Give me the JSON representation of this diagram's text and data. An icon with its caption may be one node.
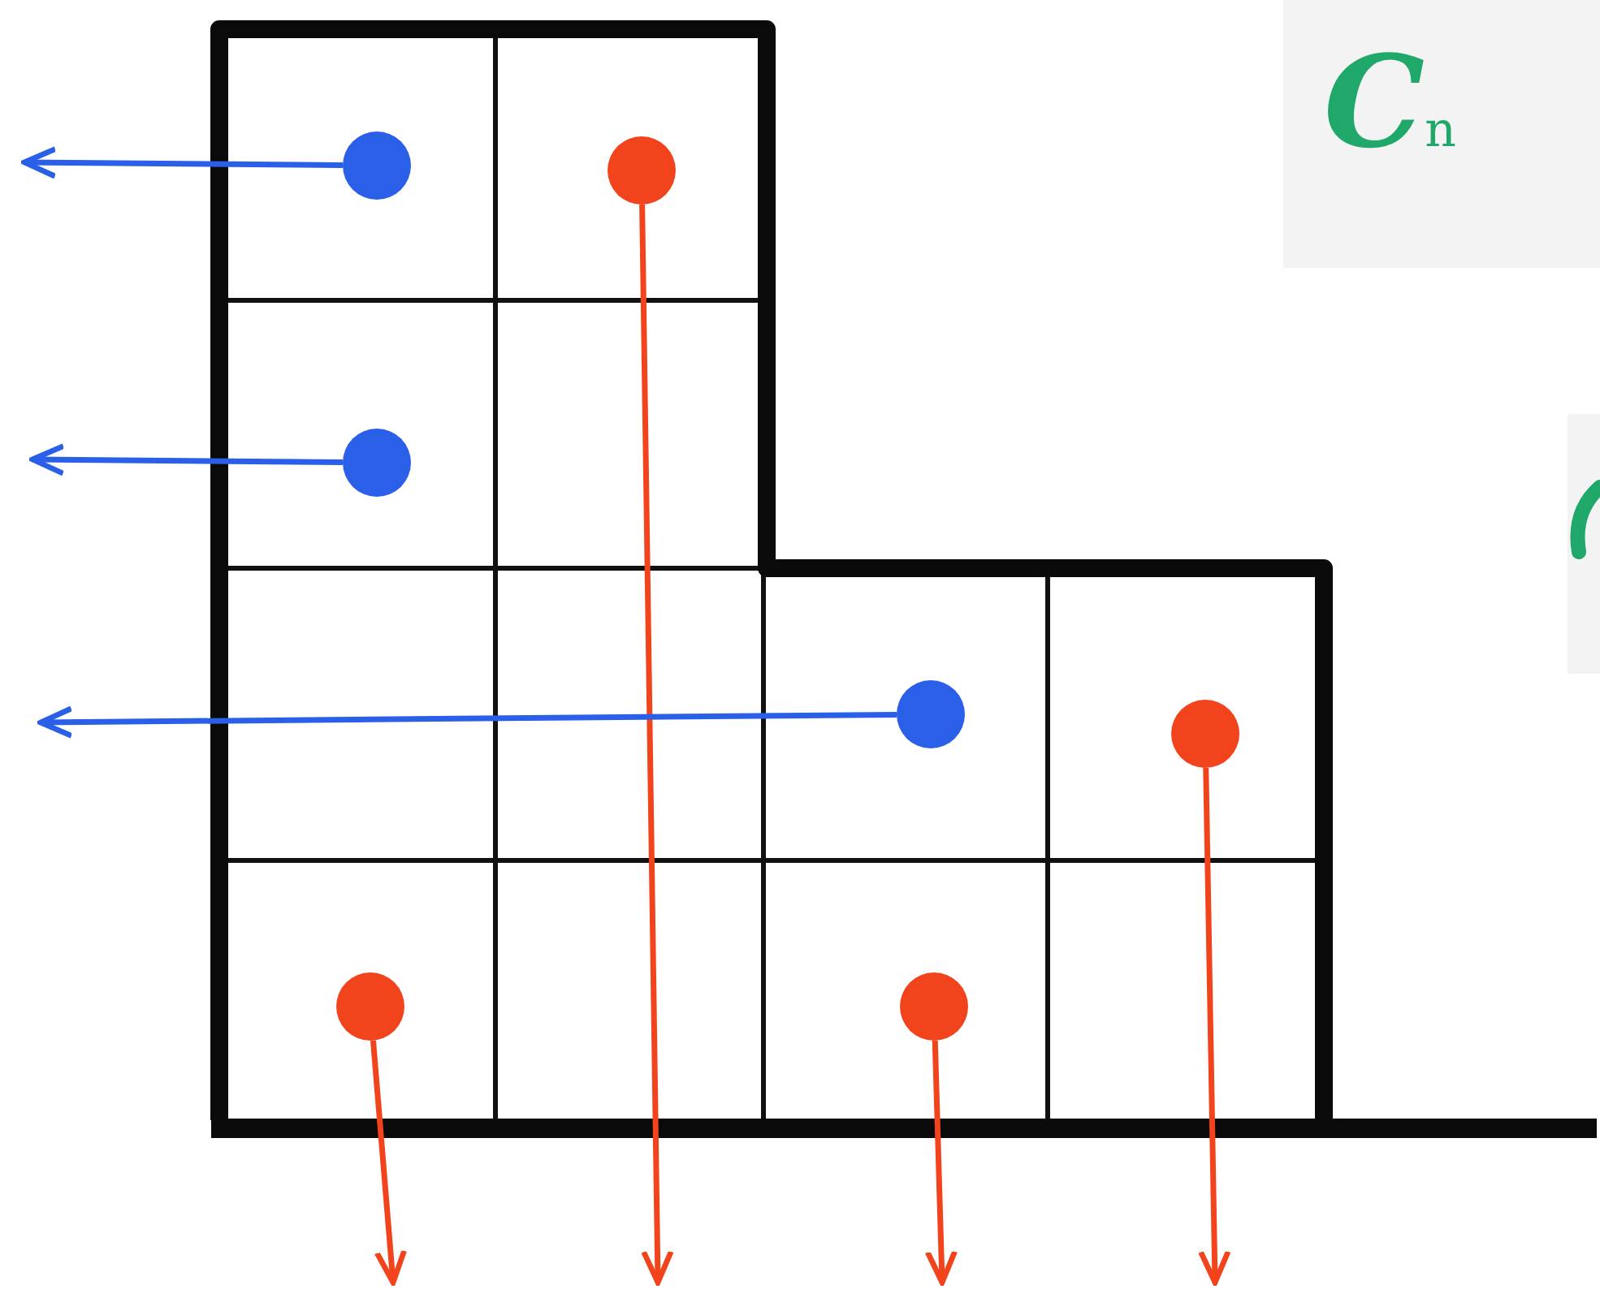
{
  "diagram": {
    "nodes": [
      {
        "text": [],
        "shape": "circle"
      },
      {
        "text": [],
        "shape": "circle"
      },
      {
        "text": [],
        "shape": "circle"
      },
      {
        "text": [],
        "shape": "circle"
      },
      {
        "text": [],
        "shape": "circle"
      },
      {
        "text": [],
        "shape": "circle"
      },
      {
        "text": [],
        "shape": "circle"
      }
    ],
    "edges": [
      {
        "from": 0,
        "to": null,
        "arrow": "to",
        "color": "#2a5fe8"
      },
      {
        "from": 1,
        "to": null,
        "arrow": "to"
      },
      {
        "from": 2,
        "to": null,
        "arrow": "to",
        "color": "#2a5fe8"
      },
      {
        "from": 3,
        "to": null,
        "arrow": "to",
        "color": "#2a5fe8"
      },
      {
        "from": 4,
        "to": null,
        "arrow": "to"
      },
      {
        "from": 5,
        "to": null,
        "arrow": "to"
      },
      {
        "from": 6,
        "to": null,
        "arrow": "to"
      }
    ],
    "labels": [
      "C$_{n}$"
    ]
  }
}
